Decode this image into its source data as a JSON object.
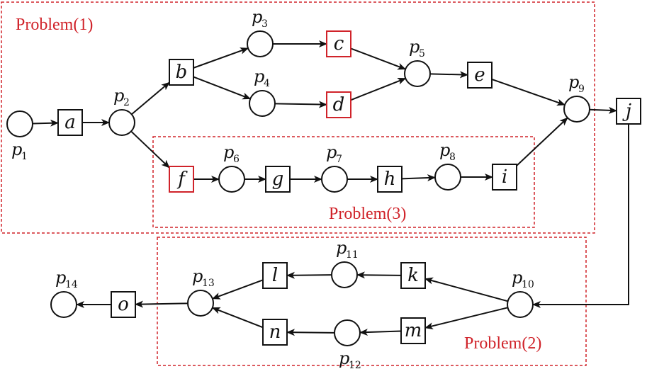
{
  "regions": [
    {
      "id": "problem1",
      "label": "Problem(1)"
    },
    {
      "id": "problem3",
      "label": "Problem(3)"
    },
    {
      "id": "problem2",
      "label": "Problem(2)"
    }
  ],
  "places": [
    {
      "id": "p1",
      "name": "p",
      "sub": "1"
    },
    {
      "id": "p2",
      "name": "p",
      "sub": "2"
    },
    {
      "id": "p3",
      "name": "p",
      "sub": "3"
    },
    {
      "id": "p4",
      "name": "p",
      "sub": "4"
    },
    {
      "id": "p5",
      "name": "p",
      "sub": "5"
    },
    {
      "id": "p6",
      "name": "p",
      "sub": "6"
    },
    {
      "id": "p7",
      "name": "p",
      "sub": "7"
    },
    {
      "id": "p8",
      "name": "p",
      "sub": "8"
    },
    {
      "id": "p9",
      "name": "p",
      "sub": "9"
    },
    {
      "id": "p10",
      "name": "p",
      "sub": "10"
    },
    {
      "id": "p11",
      "name": "p",
      "sub": "11"
    },
    {
      "id": "p12",
      "name": "p",
      "sub": "12"
    },
    {
      "id": "p13",
      "name": "p",
      "sub": "13"
    },
    {
      "id": "p14",
      "name": "p",
      "sub": "14"
    }
  ],
  "transitions": [
    {
      "id": "a",
      "label": "a",
      "highlight": false
    },
    {
      "id": "b",
      "label": "b",
      "highlight": false
    },
    {
      "id": "c",
      "label": "c",
      "highlight": true
    },
    {
      "id": "d",
      "label": "d",
      "highlight": true
    },
    {
      "id": "e",
      "label": "e",
      "highlight": false
    },
    {
      "id": "f",
      "label": "f",
      "highlight": true
    },
    {
      "id": "g",
      "label": "g",
      "highlight": false
    },
    {
      "id": "h",
      "label": "h",
      "highlight": false
    },
    {
      "id": "i",
      "label": "i",
      "highlight": false
    },
    {
      "id": "j",
      "label": "j",
      "highlight": false
    },
    {
      "id": "k",
      "label": "k",
      "highlight": false
    },
    {
      "id": "l",
      "label": "l",
      "highlight": false
    },
    {
      "id": "m",
      "label": "m",
      "highlight": false
    },
    {
      "id": "n",
      "label": "n",
      "highlight": false
    },
    {
      "id": "o",
      "label": "o",
      "highlight": false
    }
  ],
  "arcs": [
    [
      "p1",
      "a"
    ],
    [
      "a",
      "p2"
    ],
    [
      "p2",
      "b"
    ],
    [
      "p2",
      "f"
    ],
    [
      "b",
      "p3"
    ],
    [
      "b",
      "p4"
    ],
    [
      "p3",
      "c"
    ],
    [
      "p4",
      "d"
    ],
    [
      "c",
      "p5"
    ],
    [
      "d",
      "p5"
    ],
    [
      "p5",
      "e"
    ],
    [
      "e",
      "p9"
    ],
    [
      "f",
      "p6"
    ],
    [
      "p6",
      "g"
    ],
    [
      "g",
      "p7"
    ],
    [
      "p7",
      "h"
    ],
    [
      "h",
      "p8"
    ],
    [
      "p8",
      "i"
    ],
    [
      "i",
      "p9"
    ],
    [
      "p9",
      "j"
    ],
    [
      "j",
      "p10"
    ],
    [
      "p10",
      "k"
    ],
    [
      "p10",
      "m"
    ],
    [
      "k",
      "p11"
    ],
    [
      "p11",
      "l"
    ],
    [
      "m",
      "p12"
    ],
    [
      "p12",
      "n"
    ],
    [
      "l",
      "p13"
    ],
    [
      "n",
      "p13"
    ],
    [
      "p13",
      "o"
    ],
    [
      "o",
      "p14"
    ]
  ],
  "colors": {
    "highlight": "#d0232a",
    "ink": "#111111"
  }
}
